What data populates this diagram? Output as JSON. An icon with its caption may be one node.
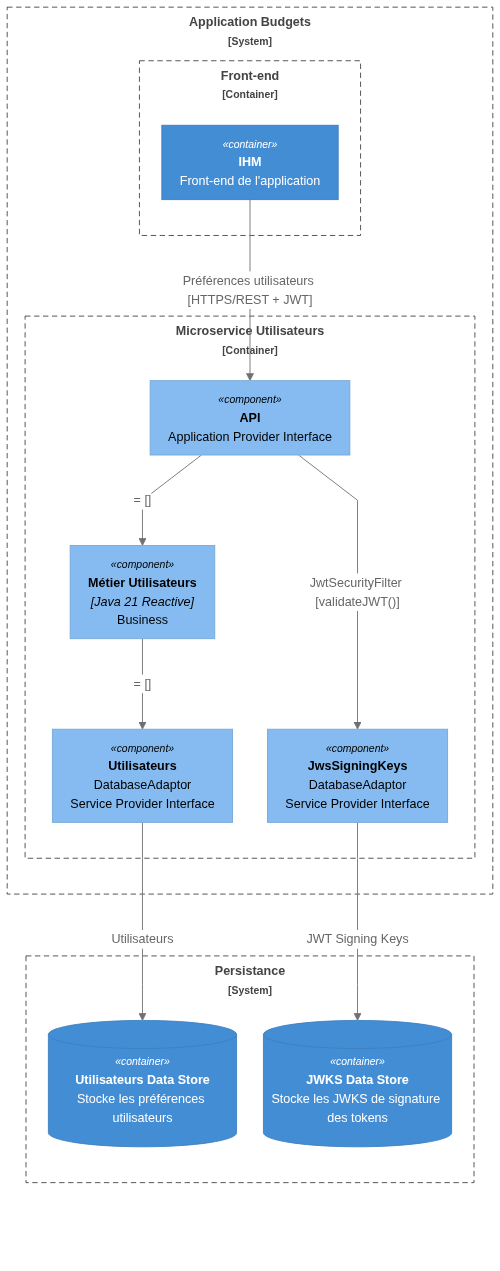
{
  "diagram": {
    "nodes": [
      {
        "text": [
          "Application Budgets",
          "[System]"
        ]
      },
      {
        "text": [
          "Front-end",
          "[Container]"
        ],
        "in": 0
      },
      {
        "text": [
          "«container»",
          "IHM",
          "Front-end de l'application"
        ],
        "in": 1
      },
      {
        "text": [
          "Microservice Utilisateurs",
          "[Container]"
        ],
        "in": 0
      },
      {
        "text": [
          "«component»",
          "API",
          "Application Provider Interface"
        ],
        "in": 3
      },
      {
        "text": [
          "«component»",
          "Métier Utilisateurs",
          "[Java 21 Reactive]",
          "Business"
        ],
        "in": 3
      },
      {
        "text": [
          "«component»",
          "Utilisateurs",
          "DatabaseAdaptor",
          "Service Provider Interface"
        ],
        "in": 3
      },
      {
        "text": [
          "«component»",
          "JwsSigningKeys",
          "DatabaseAdaptor",
          "Service Provider Interface"
        ],
        "in": 3
      },
      {
        "text": [
          "Persistance",
          "[System]"
        ]
      },
      {
        "text": [
          "«container»",
          "Utilisateurs Data Store",
          "Stocke les préférences utilisateurs"
        ],
        "in": 8
      },
      {
        "text": [
          "«container»",
          "JWKS Data Store",
          "Stocke les JWKS de signature des tokens"
        ],
        "in": 8
      }
    ],
    "edges": [
      {
        "from": 2,
        "to": 4,
        "arrow": "to",
        "label": "Préférences utilisateurs [HTTPS/REST + JWT]"
      },
      {
        "from": 4,
        "to": 5,
        "arrow": "to",
        "label": "= []"
      },
      {
        "from": 4,
        "to": 7,
        "arrow": "to",
        "label": "JwtSecurityFilter [validateJWT()]"
      },
      {
        "from": 5,
        "to": 6,
        "arrow": "to",
        "label": "= []"
      },
      {
        "from": 6,
        "to": 9,
        "arrow": "to",
        "label": "Utilisateurs"
      },
      {
        "from": 7,
        "to": 10,
        "arrow": "to",
        "label": "JWT Signing Keys"
      }
    ]
  }
}
